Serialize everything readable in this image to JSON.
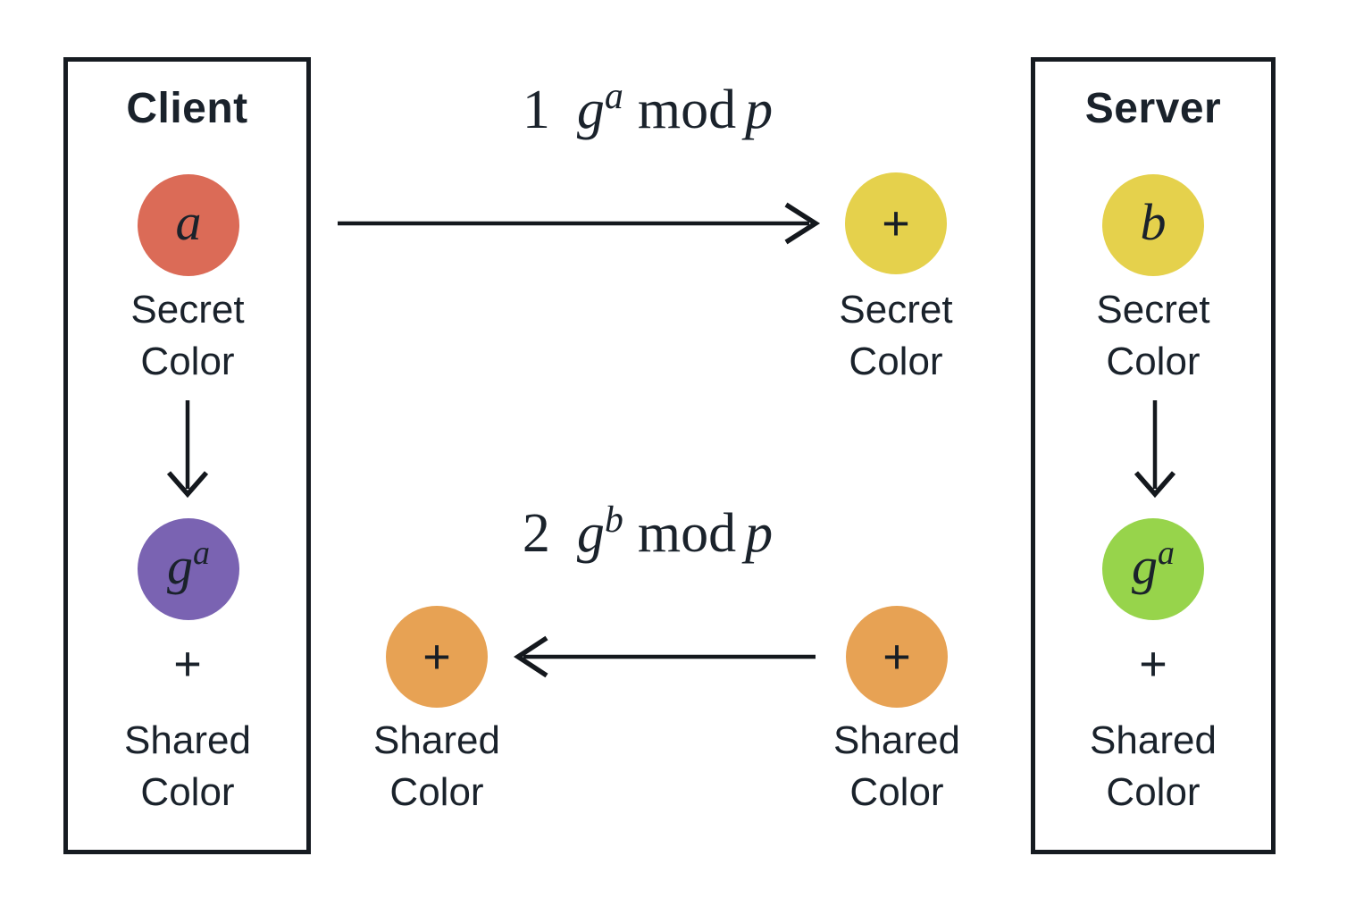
{
  "colors": {
    "text": "#1a222b",
    "box_outline": "#161b21",
    "arrow": "#14181d",
    "client_secret_circle": "#db6b57",
    "client_mixed_circle": "#7a63b2",
    "server_secret_circle": "#e5d14c",
    "server_mixed_circle": "#97d44b",
    "received_secret_circle": "#e5d14c",
    "shared_result_circle": "#e7a254"
  },
  "client": {
    "title": "Client",
    "secret_circle_label": "a",
    "secret_caption": "Secret Color",
    "mixed_circle_base": "g",
    "mixed_circle_sup": "a",
    "plus": "+",
    "shared_caption": "Shared Color"
  },
  "server": {
    "title": "Server",
    "secret_circle_label": "b",
    "secret_caption": "Secret Color",
    "mixed_circle_base": "g",
    "mixed_circle_sup": "a",
    "plus": "+",
    "shared_caption": "Shared Color"
  },
  "messages": {
    "msg1": {
      "step": "1",
      "base": "g",
      "sup": "a",
      "op": "mod",
      "mod_var": "p"
    },
    "msg2": {
      "step": "2",
      "base": "g",
      "sup": "b",
      "op": "mod",
      "mod_var": "p"
    }
  },
  "middle": {
    "received_secret_plus": "+",
    "received_secret_caption": "Secret Color",
    "client_shared_plus": "+",
    "client_shared_caption": "Shared Color",
    "server_shared_plus": "+",
    "server_shared_caption": "Shared Color"
  }
}
